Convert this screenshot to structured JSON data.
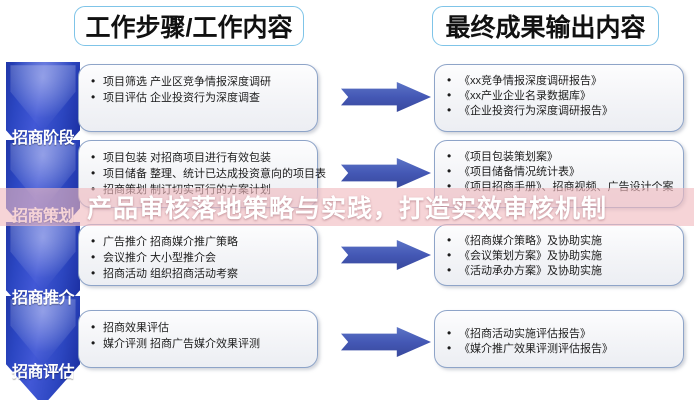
{
  "headers": {
    "left": "工作步骤/工作内容",
    "right": "最终成果输出内容"
  },
  "overlay": {
    "text": "产品审核落地策略与实践，打造实效审核机制",
    "band_color": "#f0b9be",
    "text_color": "#ffffff"
  },
  "colors": {
    "chevron_blue": "#2b46c2",
    "arrow_blue": "#4458b5",
    "pill_border": "#7fc4e8",
    "box_border": "#8ea4c8",
    "box_fill": "#f3f4f7"
  },
  "rows": [
    {
      "stage": "招商阶段",
      "steps": [
        "项目筛选 产业区竞争情报深度调研",
        "项目评估 企业投资行为深度调查"
      ],
      "outputs": [
        "《xx竞争情报深度调研报告》",
        "《xx产业企业名录数据库》",
        "《企业投资行为深度调研报告》"
      ]
    },
    {
      "stage": "招商策划",
      "steps": [
        "项目包装 对招商项目进行有效包装",
        "项目储备 整理、统计已达成投资意向的项目表",
        "招商策划 制订切实可行的方案计划"
      ],
      "outputs": [
        "《项目包装策划案》",
        "《项目储备情况统计表》",
        "《项目招商手册》、招商视频、广告设计个案"
      ]
    },
    {
      "stage": "招商推介",
      "steps": [
        "广告推介 招商媒介推广策略",
        "会议推介 大小型推介会",
        "招商活动 组织招商活动考察"
      ],
      "outputs": [
        "《招商媒介策略》及协助实施",
        "《会议策划方案》及协助实施",
        "《活动承办方案》及协助实施"
      ]
    },
    {
      "stage": "招商评估",
      "steps": [
        "招商效果评估",
        "媒介评测 招商广告媒介效果评测"
      ],
      "outputs": [
        "《招商活动实施评估报告》",
        "《媒介推广效果评测评估报告》"
      ]
    }
  ]
}
